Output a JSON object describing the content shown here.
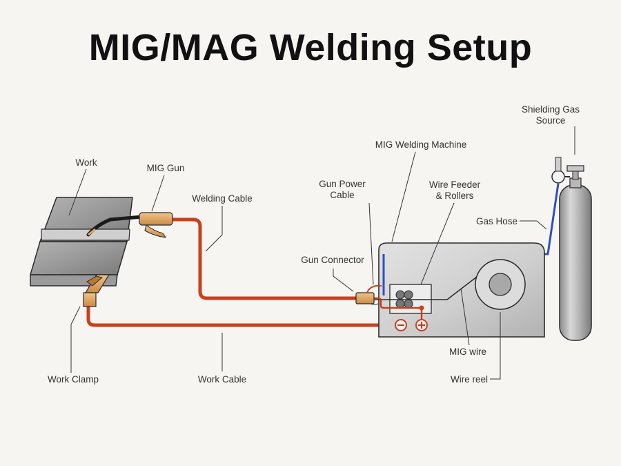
{
  "title": "MIG/MAG Welding Setup",
  "labels": {
    "shielding_gas_source": [
      "Shielding Gas",
      "Source"
    ],
    "mig_welding_machine": "MIG Welding Machine",
    "work": "Work",
    "mig_gun": "MIG Gun",
    "welding_cable": "Welding Cable",
    "gun_power_cable": [
      "Gun Power",
      "Cable"
    ],
    "wire_feeder_rollers": [
      "Wire Feeder",
      "& Rollers"
    ],
    "gas_hose": "Gas Hose",
    "gun_connector": "Gun Connector",
    "mig_wire": "MIG wire",
    "wire_reel": "Wire reel",
    "work_clamp": "Work Clamp",
    "work_cable": "Work Cable"
  },
  "terminals": {
    "negative": "−",
    "positive": "+"
  },
  "colors": {
    "background": "#f6f5f1",
    "welding_cable": "#c8401c",
    "gas_hose": "#2b4fc4",
    "metal_light": "#c4c4c4",
    "metal_dark": "#7d7d7d",
    "brass": "#d99a52"
  }
}
